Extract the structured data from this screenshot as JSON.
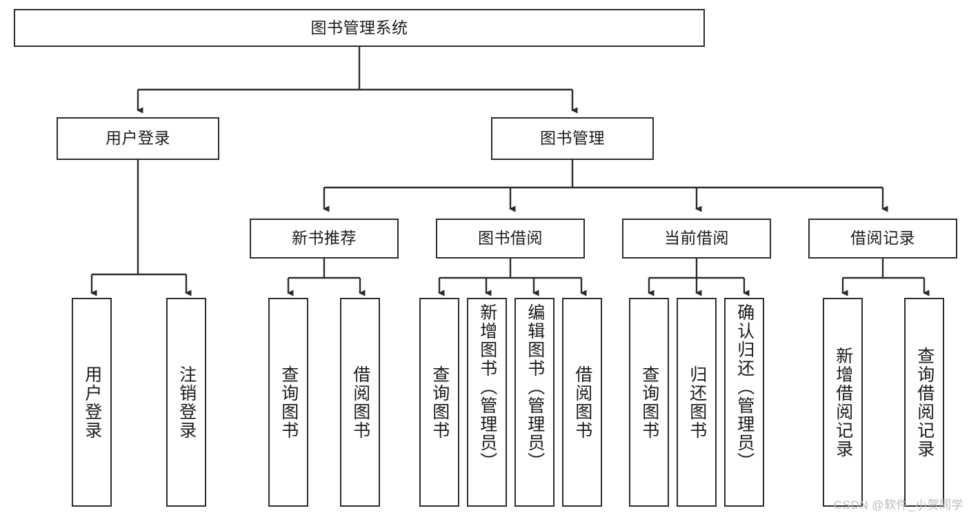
{
  "diagram": {
    "type": "tree",
    "title": "图书管理系统",
    "watermark": "CSDN @软件_小贺同学",
    "colors": {
      "box_border": "#2b2b2b",
      "box_fill": "#ffffff",
      "connector": "#2b2b2b",
      "text": "#1a1a1a",
      "watermark": "#b9b9b9"
    },
    "nodes": {
      "root": {
        "label": "图书管理系统"
      },
      "level2": [
        {
          "label": "用户登录"
        },
        {
          "label": "图书管理"
        }
      ],
      "level3": [
        {
          "label": "新书推荐"
        },
        {
          "label": "图书借阅"
        },
        {
          "label": "当前借阅"
        },
        {
          "label": "借阅记录"
        }
      ],
      "leaves": {
        "user_login": [
          {
            "label": "用户登录"
          },
          {
            "label": "注销登录"
          }
        ],
        "new_book_recommend": [
          {
            "label": "查询图书"
          },
          {
            "label": "借阅图书"
          }
        ],
        "book_borrow": [
          {
            "label": "查询图书"
          },
          {
            "label": "新增图书（管理员）"
          },
          {
            "label": "编辑图书（管理员）"
          },
          {
            "label": "借阅图书"
          }
        ],
        "current_borrow": [
          {
            "label": "查询图书"
          },
          {
            "label": "归还图书"
          },
          {
            "label": "确认归还（管理员）"
          }
        ],
        "borrow_records": [
          {
            "label": "新增借阅记录"
          },
          {
            "label": "查询借阅记录"
          }
        ]
      }
    }
  }
}
